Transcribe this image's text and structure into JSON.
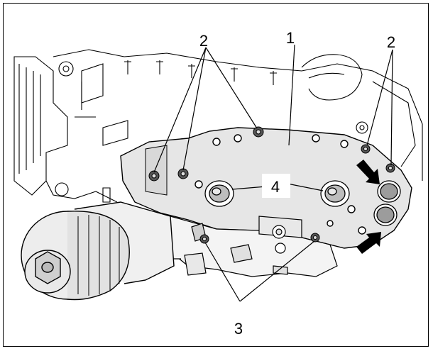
{
  "figure": {
    "callouts": [
      {
        "id": "c1",
        "label": "1"
      },
      {
        "id": "c2a",
        "label": "2"
      },
      {
        "id": "c2b",
        "label": "2"
      },
      {
        "id": "c3",
        "label": "3"
      },
      {
        "id": "c4",
        "label": "4"
      }
    ],
    "colors": {
      "line": "#000000",
      "cover_fill": "#e6e6e6",
      "plug_fill": "#bdbdbd",
      "arrow_fill": "#000000",
      "background": "#ffffff"
    }
  }
}
